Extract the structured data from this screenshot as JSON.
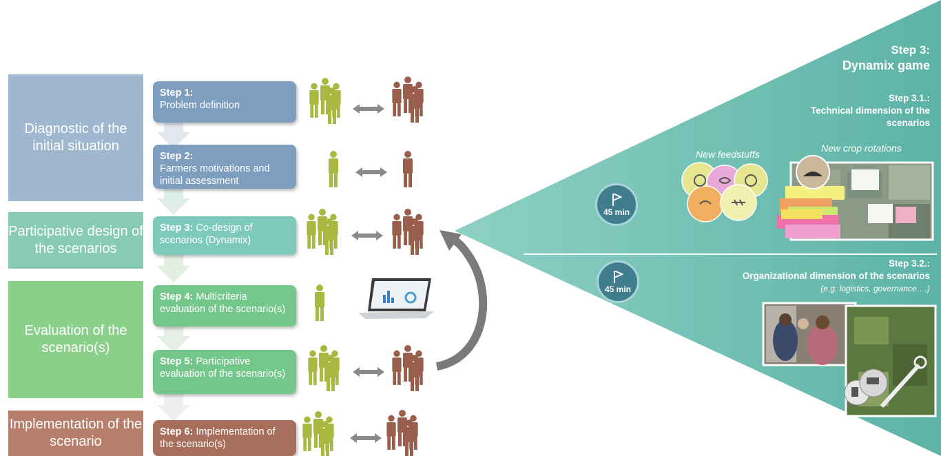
{
  "phases": [
    {
      "label": "Diagnostic of the initial situation",
      "color": "#9fb8cf"
    },
    {
      "label": "Participative design of the scenarios",
      "color": "#88cbb5"
    },
    {
      "label": "Evaluation of the scenario(s)",
      "color": "#8ad08a"
    },
    {
      "label": "Implementation of the scenario",
      "color": "#b87e6c"
    }
  ],
  "steps": [
    {
      "title": "Step 1:",
      "text": "Problem definition",
      "color": "#7e9ec0"
    },
    {
      "title": "Step 2:",
      "text": "Farmers motivations and initial assessment",
      "color": "#7e9ec0"
    },
    {
      "title": "Step 3:",
      "text": "Co-design of scenarios (Dynamix)",
      "color": "#7dc9bc"
    },
    {
      "title": "Step 4:",
      "text": "Multicriteria evaluation of the scenario(s)",
      "color": "#74c78a"
    },
    {
      "title": "Step 5:",
      "text": "Participative evaluation of the scenario(s)",
      "color": "#74c78a"
    },
    {
      "title": "Step 6:",
      "text": "Implementation of the scenario(s)",
      "color": "#a86e5c"
    }
  ],
  "colors": {
    "farmer": "#a8b840",
    "advisor": "#9a5f4c",
    "arrow": "#8a8a8a",
    "panel": "#6fbfb2"
  },
  "panel": {
    "title_line1": "Step 3:",
    "title_line2": "Dynamix game",
    "sub1_title": "Step 3.1.:",
    "sub1_line1": "Technical dimension of the",
    "sub1_line2": "scenarios",
    "feedstuffs": "New feedstuffs",
    "crops": "New crop rotations",
    "sub2_title": "Step 3.2.:",
    "sub2_line1": "Organizational dimension of the scenarios",
    "sub2_line2": "(e.g. logistics, governance….)",
    "timer1": "45 min",
    "timer2": "45 min"
  }
}
